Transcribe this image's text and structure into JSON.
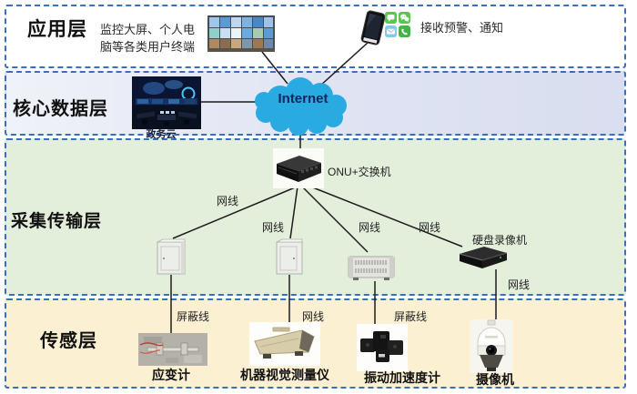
{
  "layers": {
    "application": {
      "label": "应用层",
      "terminal_note": "监控大屏、个人电\n脑等各类用户终端",
      "alert_note": "接收预警、通知"
    },
    "core": {
      "label": "核心数据层",
      "gov_cloud_caption": "政务云",
      "internet_label": "Internet"
    },
    "transport": {
      "label": "采集传输层",
      "onu_label": "ONU+交换机",
      "nvr_label": "硬盘录像机"
    },
    "sensor": {
      "label": "传感层",
      "devices": [
        {
          "caption": "应变计"
        },
        {
          "caption": "机器视觉测量仪"
        },
        {
          "caption": "振动加速度计"
        },
        {
          "caption": "摄像机"
        }
      ]
    }
  },
  "cables": {
    "ethernet": "网线",
    "shielded": "屏蔽线"
  },
  "icons": {
    "video_wall_icon": "grid-of-screens",
    "smartphone_icon": "phone-shape",
    "message_app_icon": "speech-bubble",
    "wechat_app_icon": "double-chat-bubbles",
    "mail_app_icon": "envelope",
    "phone_app_icon": "handset",
    "command_center_icon": "control-room-graphic",
    "internet_cloud_icon": "cloud-shape",
    "onu_switch_icon": "black-3d-box",
    "cabinet_icon": "equipment-cabinet",
    "server_icon": "rack-server",
    "dvr_icon": "recorder-3d-box",
    "strain_gauge_icon": "sensor-photo",
    "vision_instrument_icon": "camera-housing-photo",
    "accelerometer_icon": "black-sensor-photo",
    "ptz_camera_icon": "dome-camera"
  },
  "colors": {
    "cloud_blue": "#29abe2",
    "dash_blue": "#3a6fbe",
    "band_core": "#dfe3f2",
    "band_transport": "#e4efdb",
    "band_sensor": "#fbf0d2",
    "line_dark": "#1c1c1c",
    "internet_text": "#14265c"
  }
}
